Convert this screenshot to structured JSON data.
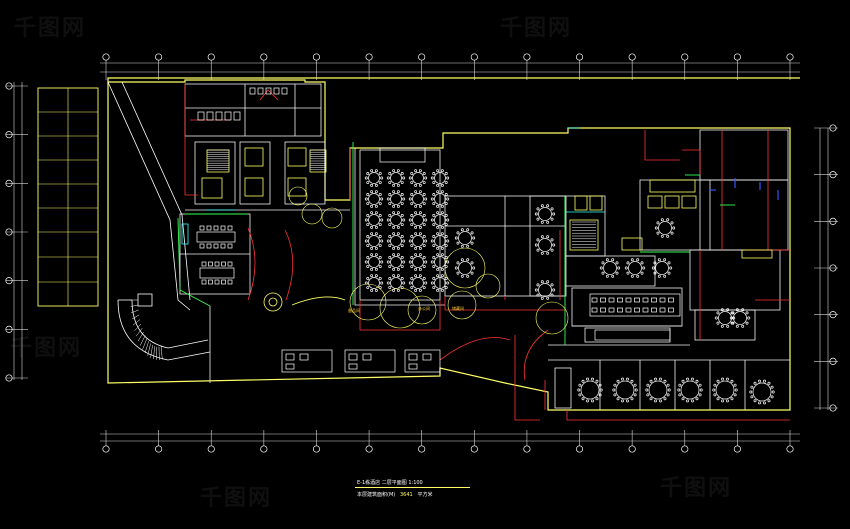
{
  "drawing": {
    "title": "E-1栋酒店  二层平面图  1:100",
    "subtitle_area_label": "本层建筑面积(M)",
    "subtitle_area_value": "3641",
    "subtitle_unit": "平方米"
  },
  "watermark": {
    "text": "千图网"
  },
  "colors": {
    "background": "#000000",
    "outer_wall": "#ffff66",
    "wall": "#ffffff",
    "furniture": "#ffffff",
    "red_lines": "#ff3030",
    "green_lines": "#33ff55",
    "cyan_lines": "#33ffff",
    "blue_marks": "#3355ff",
    "dimension": "#cccccc"
  },
  "axis_grid": {
    "top_count": 14,
    "bottom_count": 14,
    "left_count": 7,
    "right_count": 7
  }
}
